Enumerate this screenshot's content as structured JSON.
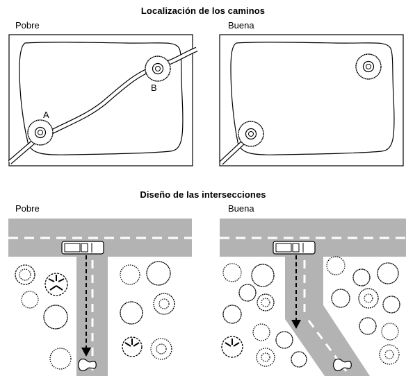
{
  "sections": {
    "roads": {
      "title": "Localización de los caminos",
      "left_label": "Pobre",
      "right_label": "Buena",
      "markers": {
        "a": "A",
        "b": "B"
      }
    },
    "intersections": {
      "title": "Diseño de las intersecciones",
      "left_label": "Pobre",
      "right_label": "Buena"
    }
  },
  "colors": {
    "road": "#b3b3b3",
    "lane_marking": "#ffffff",
    "line": "#000000"
  }
}
